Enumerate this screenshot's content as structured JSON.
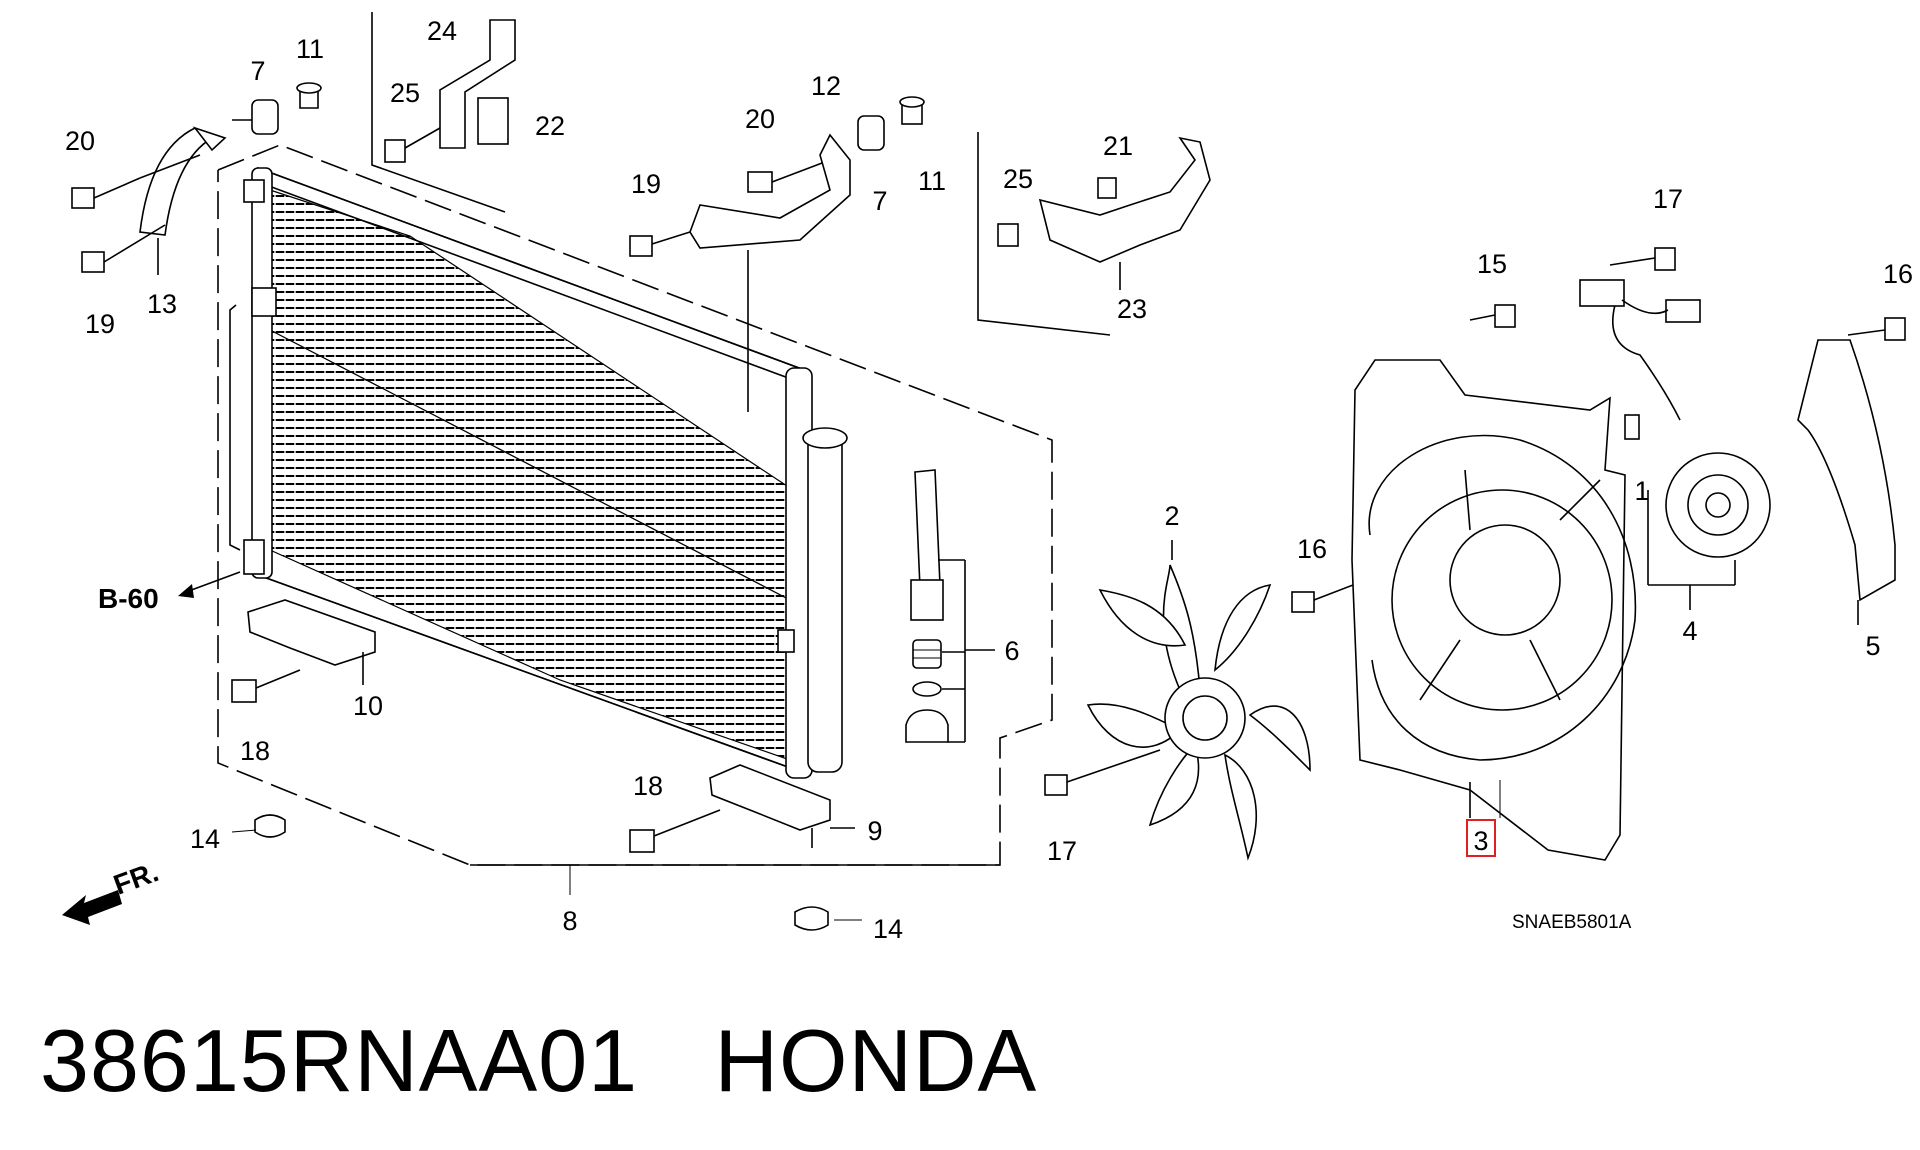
{
  "callouts": {
    "c1": "1",
    "c2": "2",
    "c3": "3",
    "c4": "4",
    "c5": "5",
    "c6": "6",
    "c7a": "7",
    "c7b": "7",
    "c8": "8",
    "c9": "9",
    "c10": "10",
    "c11a": "11",
    "c11b": "11",
    "c12": "12",
    "c13": "13",
    "c14a": "14",
    "c14b": "14",
    "c15": "15",
    "c16a": "16",
    "c16b": "16",
    "c17a": "17",
    "c17b": "17",
    "c18a": "18",
    "c18b": "18",
    "c19a": "19",
    "c19b": "19",
    "c20a": "20",
    "c20b": "20",
    "c21": "21",
    "c22": "22",
    "c23": "23",
    "c24": "24",
    "c25a": "25",
    "c25b": "25"
  },
  "reference_label": "B-60",
  "front_label": "FR.",
  "diagram_code": "SNAEB5801A",
  "highlighted_part": "3",
  "highlight_color": "#e02020",
  "footer": {
    "part_number": "38615RNAA01",
    "brand": "HONDA"
  }
}
